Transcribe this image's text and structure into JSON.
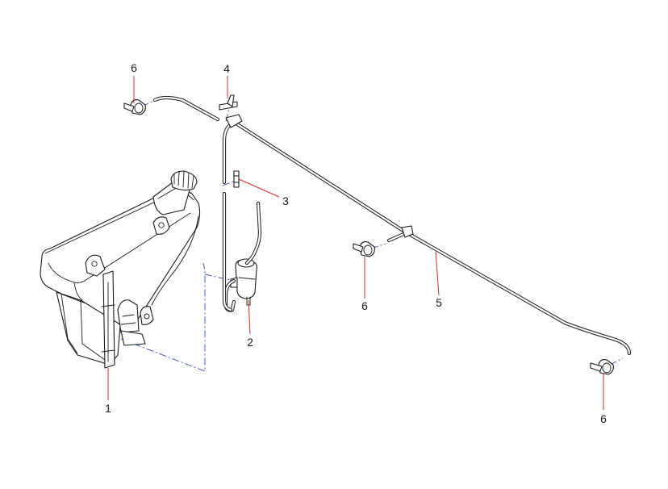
{
  "callouts": {
    "tank": "1",
    "pump": "2",
    "connector_straight": "3",
    "connector_tee": "4",
    "hose": "5",
    "nozzle": "6"
  },
  "colors": {
    "line": "#1a1a1a",
    "leader": "#d42a2a",
    "assembly": "#3344cc"
  }
}
